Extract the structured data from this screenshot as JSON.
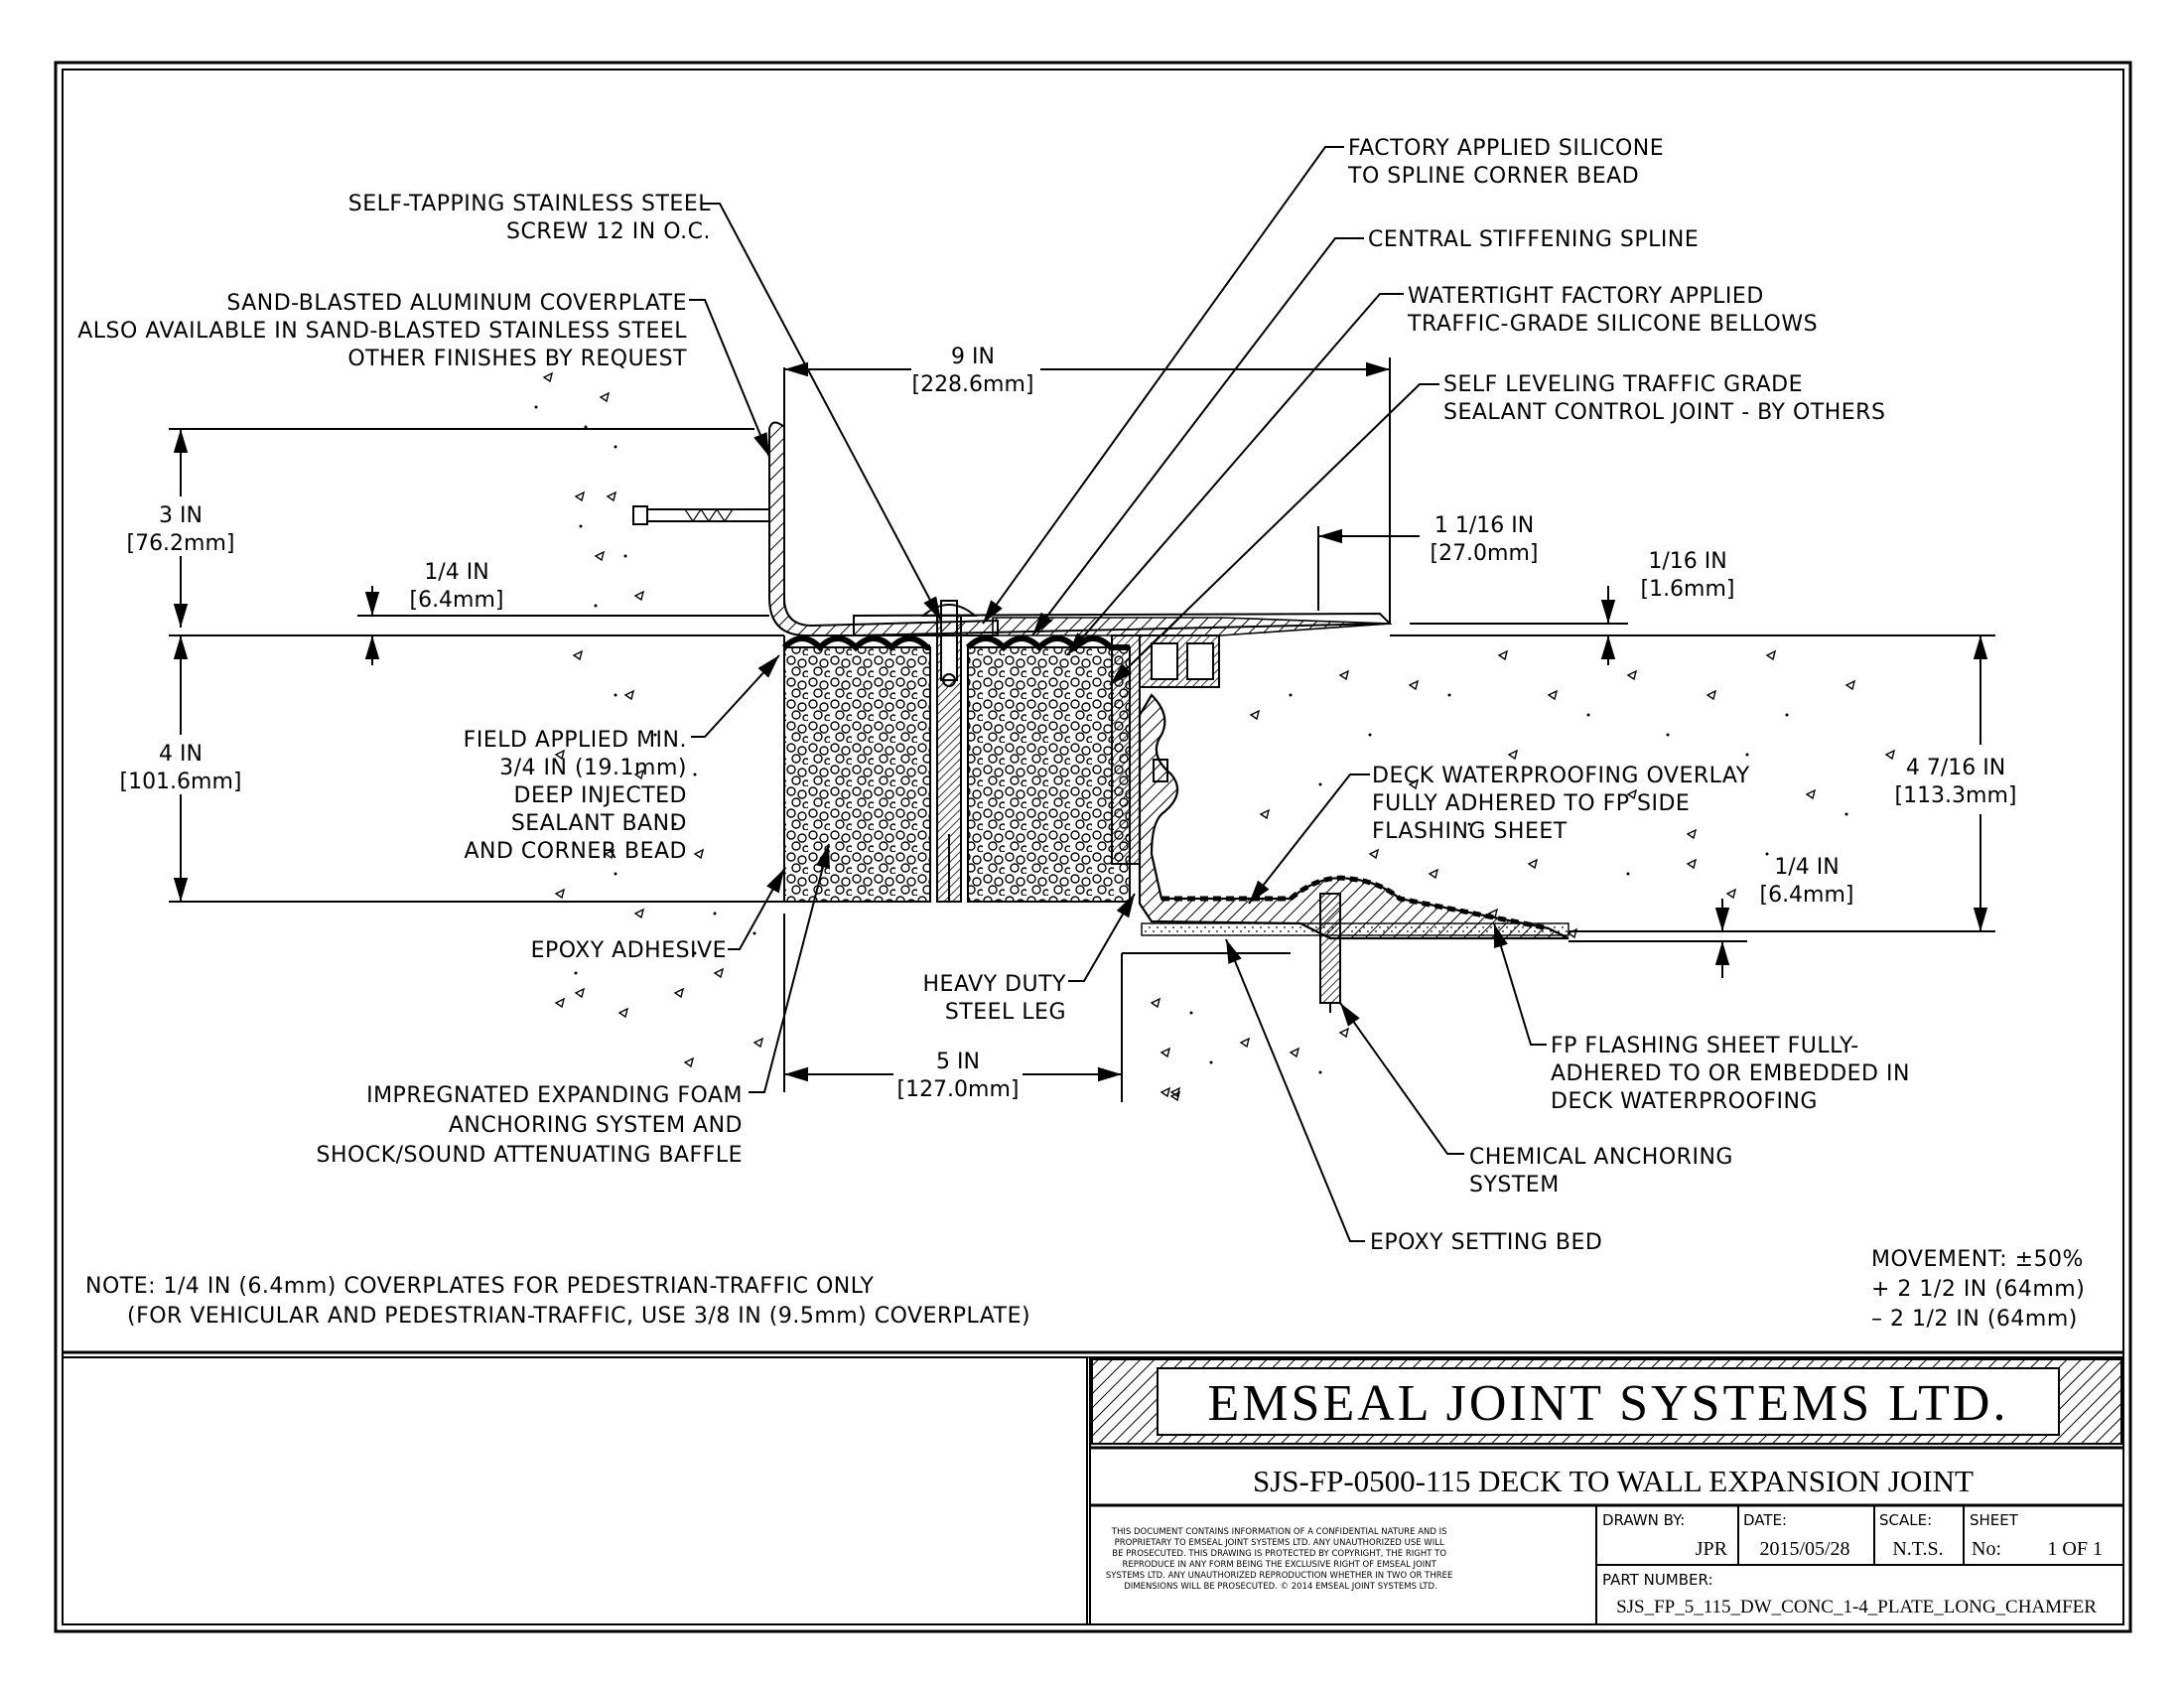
{
  "callouts": {
    "screw": [
      "SELF-TAPPING STAINLESS STEEL",
      "SCREW 12 IN O.C."
    ],
    "coverplate": [
      "SAND-BLASTED ALUMINUM COVERPLATE",
      "ALSO AVAILABLE IN SAND-BLASTED STAINLESS STEEL",
      "OTHER FINISHES BY REQUEST"
    ],
    "silicone_bead": [
      "FACTORY APPLIED SILICONE",
      "TO SPLINE CORNER BEAD"
    ],
    "spline": [
      "CENTRAL STIFFENING SPLINE"
    ],
    "bellows": [
      "WATERTIGHT FACTORY APPLIED",
      "TRAFFIC-GRADE SILICONE BELLOWS"
    ],
    "sealant_joint": [
      "SELF LEVELING TRAFFIC GRADE",
      "SEALANT CONTROL JOINT - BY OTHERS"
    ],
    "field_sealant": [
      "FIELD APPLIED MIN.",
      "3/4 IN (19.1mm)",
      "DEEP INJECTED",
      "SEALANT BAND",
      "AND CORNER BEAD"
    ],
    "epoxy_adhesive": [
      "EPOXY ADHESIVE"
    ],
    "steel_leg": [
      "HEAVY DUTY",
      "STEEL LEG"
    ],
    "foam": [
      "IMPREGNATED EXPANDING FOAM",
      "ANCHORING SYSTEM AND",
      "SHOCK/SOUND ATTENUATING BAFFLE"
    ],
    "deck_overlay": [
      "DECK WATERPROOFING OVERLAY",
      "FULLY ADHERED TO FP SIDE",
      "FLASHING SHEET"
    ],
    "flashing_sheet": [
      "FP FLASHING SHEET FULLY-",
      "ADHERED TO OR EMBEDDED IN",
      "DECK WATERPROOFING"
    ],
    "chemical_anchor": [
      "CHEMICAL ANCHORING",
      "SYSTEM"
    ],
    "epoxy_bed": [
      "EPOXY SETTING BED"
    ]
  },
  "dimensions": {
    "d_9in": [
      "9 IN",
      "[228.6mm]"
    ],
    "d_3in": [
      "3 IN",
      "[76.2mm]"
    ],
    "d_quarter_left": [
      "1/4 IN",
      "[6.4mm]"
    ],
    "d_4in": [
      "4 IN",
      "[101.6mm]"
    ],
    "d_1_1_16": [
      "1 1/16 IN",
      "[27.0mm]"
    ],
    "d_1_16": [
      "1/16 IN",
      "[1.6mm]"
    ],
    "d_4_7_16": [
      "4 7/16 IN",
      "[113.3mm]"
    ],
    "d_quarter_right": [
      "1/4 IN",
      "[6.4mm]"
    ],
    "d_5in": [
      "5 IN",
      "[127.0mm]"
    ]
  },
  "note": [
    "NOTE: 1/4 IN (6.4mm) COVERPLATES FOR PEDESTRIAN-TRAFFIC ONLY",
    "(FOR VEHICULAR AND PEDESTRIAN-TRAFFIC, USE 3/8 IN (9.5mm) COVERPLATE)"
  ],
  "movement": [
    "MOVEMENT: ±50%",
    "+ 2 1/2 IN (64mm)",
    "– 2 1/2 IN (64mm)"
  ],
  "title_block": {
    "company": "EMSEAL JOINT SYSTEMS LTD.",
    "drawing_title": "SJS-FP-0500-115 DECK TO WALL EXPANSION JOINT",
    "disclaimer": [
      "THIS DOCUMENT CONTAINS INFORMATION OF A CONFIDENTIAL NATURE AND IS",
      "PROPRIETARY TO EMSEAL JOINT SYSTEMS LTD. ANY UNAUTHORIZED USE WILL",
      "BE PROSECUTED. THIS DRAWING IS PROTECTED BY COPYRIGHT, THE RIGHT TO",
      "REPRODUCE IN ANY FORM BEING THE EXCLUSIVE RIGHT OF EMSEAL JOINT",
      "SYSTEMS LTD. ANY UNAUTHORIZED REPRODUCTION WHETHER IN TWO OR THREE",
      "DIMENSIONS WILL BE PROSECUTED. © 2014 EMSEAL JOINT SYSTEMS LTD."
    ],
    "drawn_by_label": "DRAWN BY:",
    "drawn_by": "JPR",
    "date_label": "DATE:",
    "date": "2015/05/28",
    "scale_label": "SCALE:",
    "scale": "N.T.S.",
    "sheet_label": "SHEET",
    "sheet_no_label": "No:",
    "sheet_value": "1 OF 1",
    "part_number_label": "PART NUMBER:",
    "part_number": "SJS_FP_5_115_DW_CONC_1-4_PLATE_LONG_CHAMFER"
  }
}
